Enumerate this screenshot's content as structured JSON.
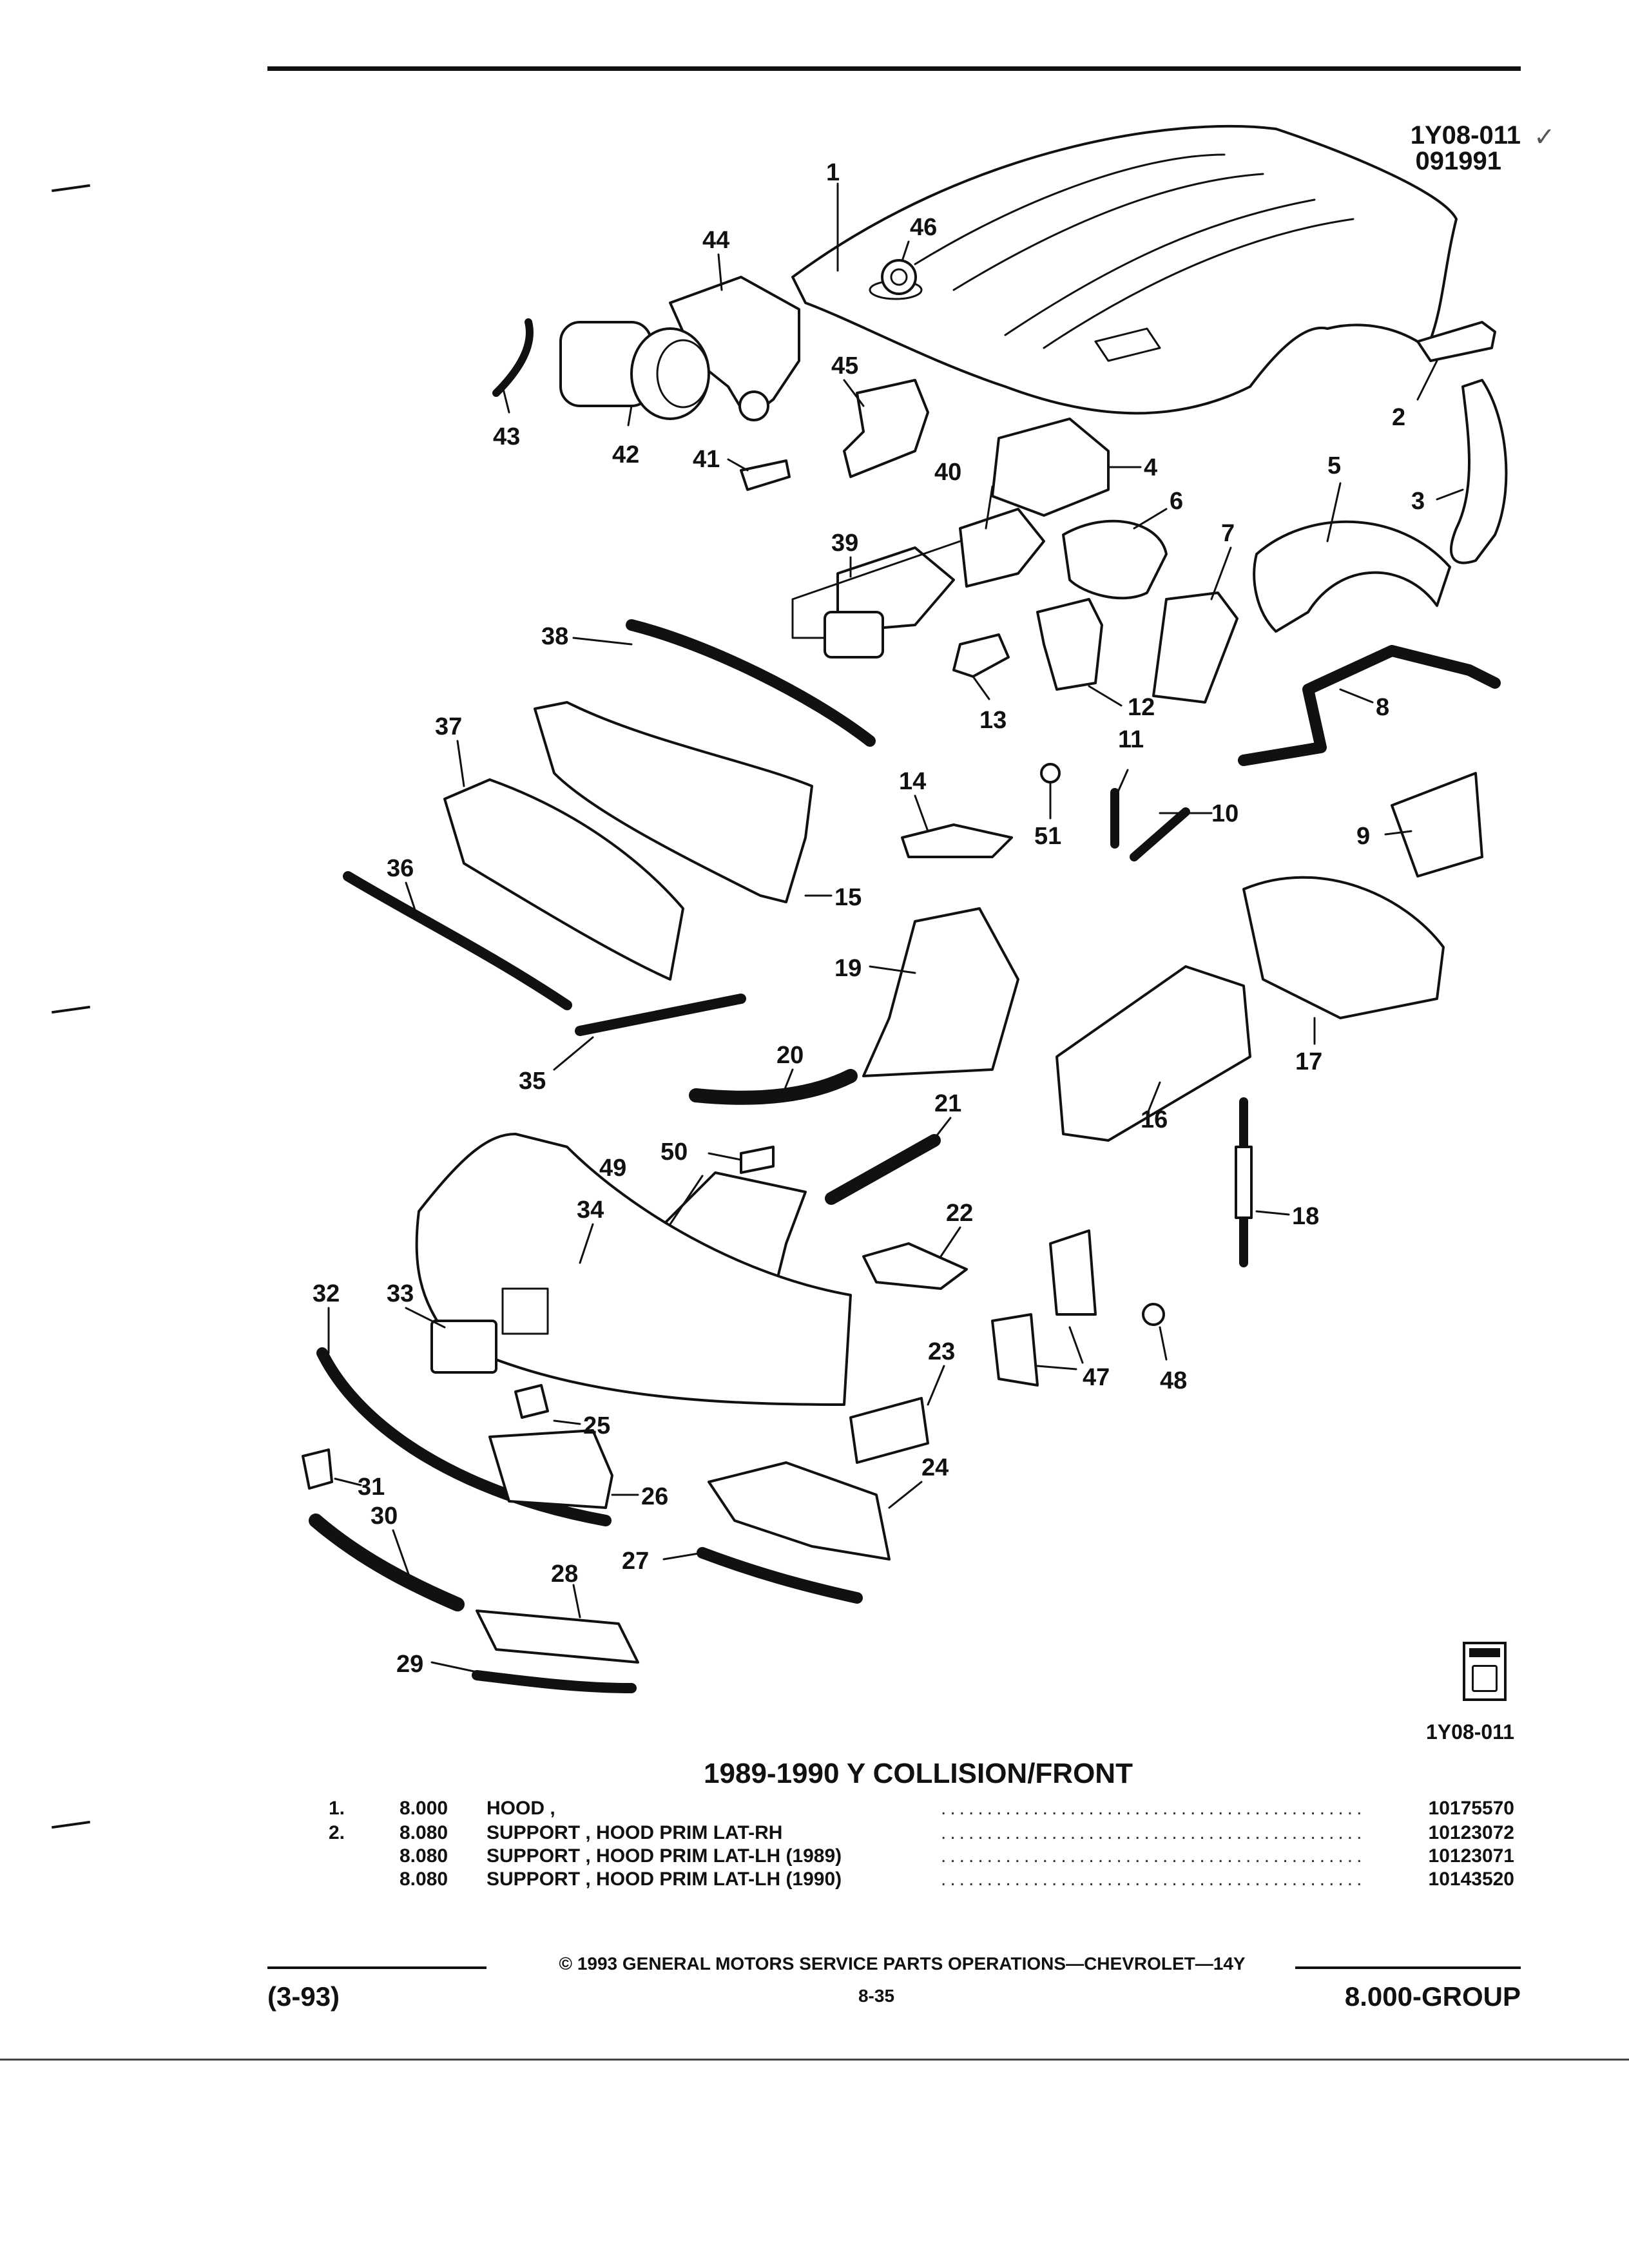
{
  "header": {
    "figure_code": "1Y08-011",
    "date_code": "091991"
  },
  "callouts": [
    "1",
    "2",
    "3",
    "4",
    "5",
    "6",
    "7",
    "8",
    "9",
    "10",
    "11",
    "12",
    "13",
    "14",
    "15",
    "16",
    "17",
    "18",
    "19",
    "20",
    "21",
    "22",
    "23",
    "24",
    "25",
    "26",
    "27",
    "28",
    "29",
    "30",
    "31",
    "32",
    "33",
    "34",
    "35",
    "36",
    "37",
    "38",
    "39",
    "40",
    "41",
    "42",
    "43",
    "44",
    "45",
    "46",
    "47",
    "48",
    "49",
    "50",
    "51"
  ],
  "figure_ref": "1Y08-011",
  "section_title": "1989-1990 Y COLLISION/FRONT",
  "parts": [
    {
      "index": "1.",
      "group": "8.000",
      "description": "HOOD ,",
      "part_number": "10175570"
    },
    {
      "index": "2.",
      "group": "8.080",
      "description": "SUPPORT , HOOD PRIM LAT-RH",
      "part_number": "10123072"
    },
    {
      "index": "",
      "group": "8.080",
      "description": "SUPPORT , HOOD PRIM LAT-LH (1989)",
      "part_number": "10123071"
    },
    {
      "index": "",
      "group": "8.080",
      "description": "SUPPORT , HOOD PRIM LAT-LH (1990)",
      "part_number": "10143520"
    }
  ],
  "footer": {
    "copyright": "© 1993 GENERAL MOTORS SERVICE PARTS OPERATIONS—CHEVROLET—14Y",
    "revision": "(3-93)",
    "page": "8-35",
    "group": "8.000-GROUP"
  }
}
